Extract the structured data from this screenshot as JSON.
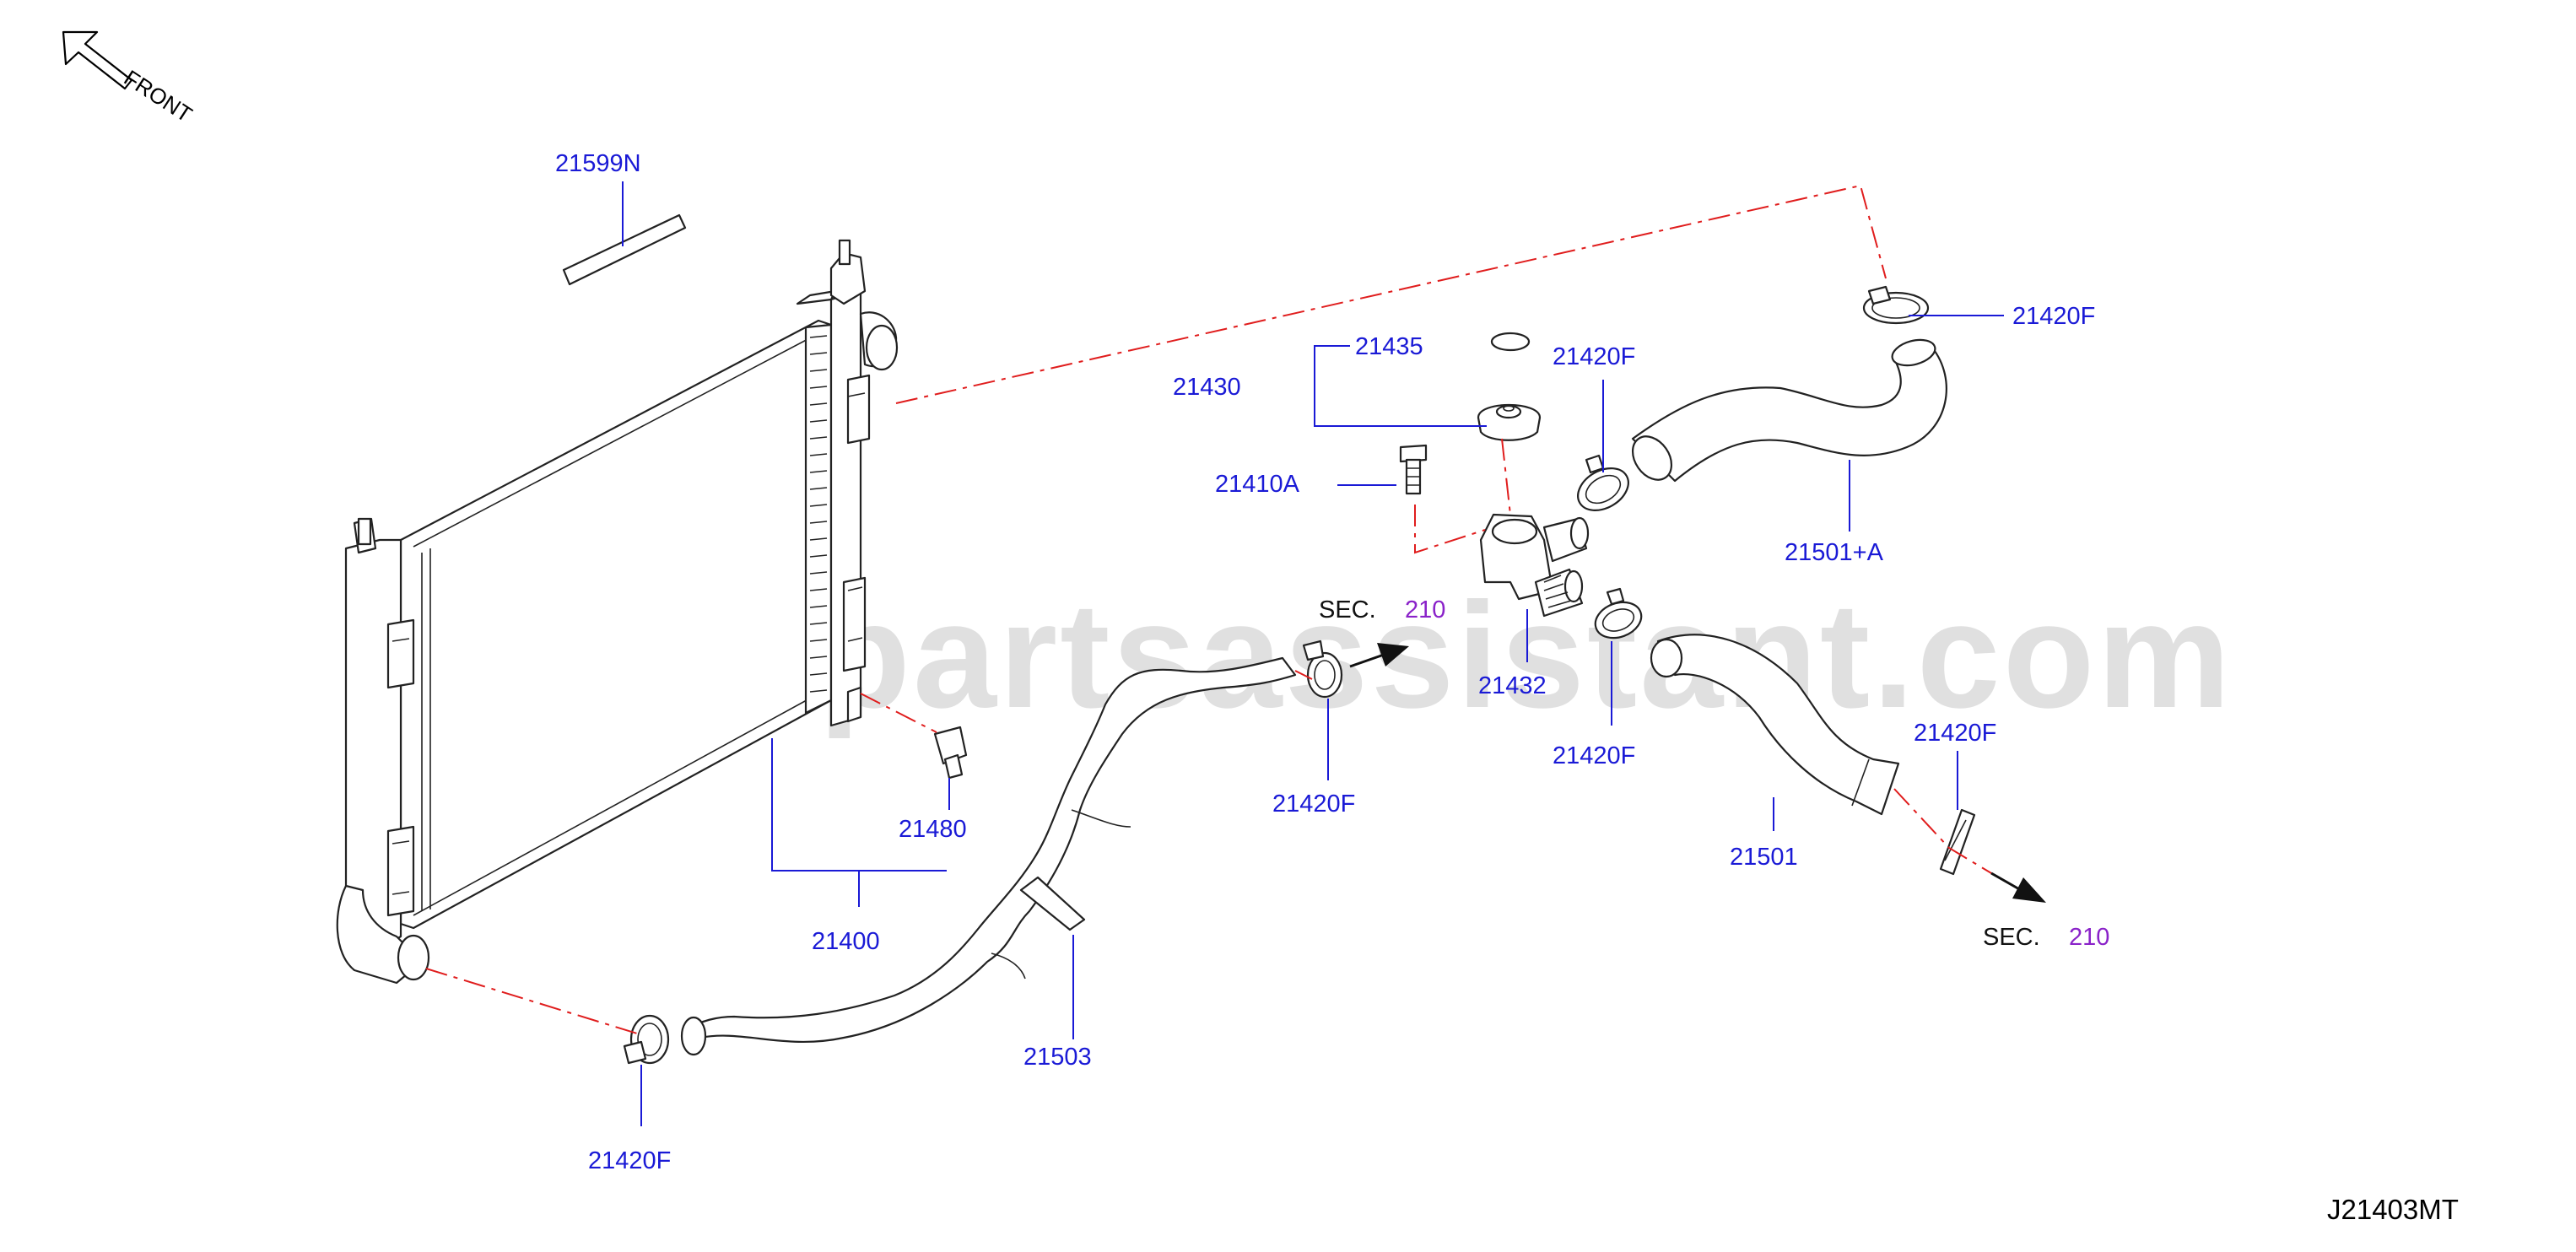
{
  "drawing": {
    "code": "J21403MT",
    "watermark": "www.partsassistant.com",
    "front_label": "FRONT"
  },
  "colors": {
    "callout": "#1a1ad6",
    "reference": "#8a22c9",
    "dash_line": "#e01d1d",
    "outline": "#222222"
  },
  "callouts": {
    "p21599N": "21599N",
    "p21420F_top_right": "21420F",
    "p21435": "21435",
    "p21430": "21430",
    "p21420F_upper_mid": "21420F",
    "p21410A": "21410A",
    "p21501A": "21501+A",
    "p21432": "21432",
    "p21420F_mid": "21420F",
    "p21420F_sec": "21420F",
    "p21480": "21480",
    "p21400": "21400",
    "p21503": "21503",
    "p21420F_bottom": "21420F",
    "p21501": "21501",
    "p21420F_right": "21420F"
  },
  "section_refs": {
    "upper": {
      "prefix": "SEC.",
      "number": "210"
    },
    "lower": {
      "prefix": "SEC.",
      "number": "210"
    }
  }
}
